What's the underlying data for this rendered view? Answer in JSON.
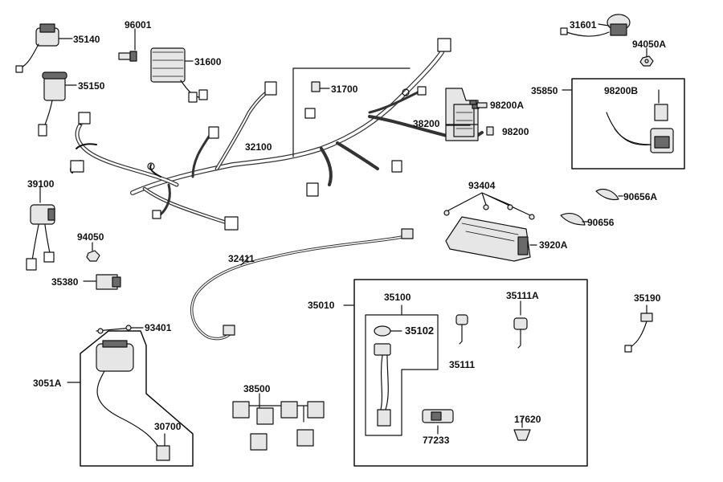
{
  "part_labels": {
    "p35140": "35140",
    "p96001": "96001",
    "p31600": "31600",
    "p35150": "35150",
    "p31700": "31700",
    "p32100": "32100",
    "p98200A": "98200A",
    "p38200": "38200",
    "p98200": "98200",
    "p31601": "31601",
    "p94050A": "94050A",
    "p35850": "35850",
    "p98200B": "98200B",
    "p39100": "39100",
    "p93404": "93404",
    "p90656A": "90656A",
    "p90656": "90656",
    "p94050": "94050",
    "p3920A": "3920A",
    "p32411": "32411",
    "p35380": "35380",
    "p35010": "35010",
    "p35100": "35100",
    "p35111A": "35111A",
    "p35102": "35102",
    "p35111": "35111",
    "p35190": "35190",
    "p93401": "93401",
    "p3051A": "3051A",
    "p30700": "30700",
    "p38500": "38500",
    "p77233": "77233",
    "p17620": "17620"
  },
  "colors": {
    "line": "#111111",
    "part_fill": "#e6e6e6",
    "part_dark": "#6a6a6a",
    "background": "#ffffff"
  }
}
